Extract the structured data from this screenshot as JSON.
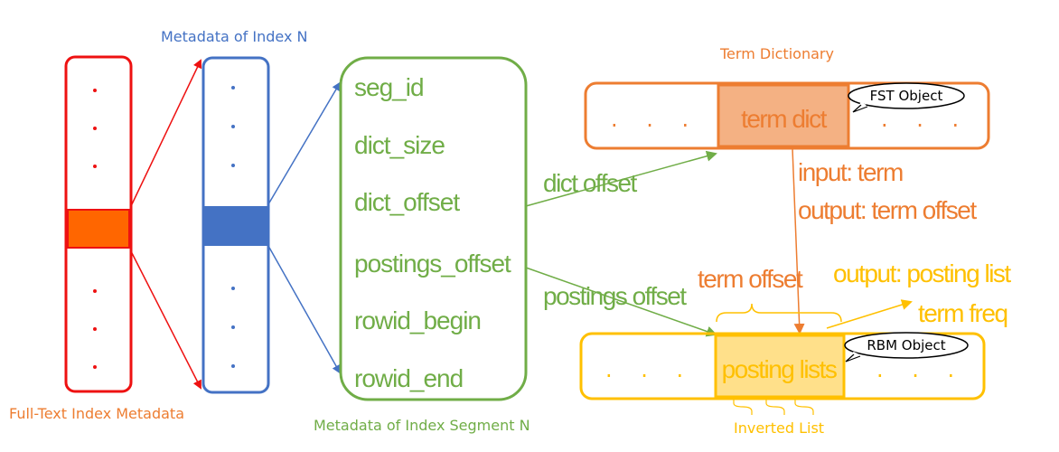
{
  "labels": {
    "full_text_index_metadata": "Full-Text Index Metadata",
    "metadata_of_index_n": "Metadata of Index N",
    "metadata_of_index_segment_n": "Metadata of Index Segment N",
    "term_dictionary": "Term Dictionary",
    "inverted_list": "Inverted List"
  },
  "segment_fields": [
    "seg_id",
    "dict_size",
    "dict_offset",
    "postings_offset",
    "rowid_begin",
    "rowid_end"
  ],
  "term_dict_box": {
    "label": "term dict",
    "bubble": "FST Object",
    "left_dots": ". . .",
    "right_dots": ". . ."
  },
  "postings_box": {
    "label": "posting lists",
    "bubble": "RBM Object",
    "left_dots": ". . .",
    "right_dots": ". . ."
  },
  "arrows": {
    "dict_offset": "dict offset",
    "postings_offset": "postings offset",
    "input_term": "input: term",
    "output_term_offset": "output: term offset",
    "term_offset": "term offset",
    "output_posting_list": "output: posting list",
    "term_freq": "term freq"
  },
  "colors": {
    "red": "#ee1111",
    "orange_fill": "#ff6600",
    "blue": "#4472c4",
    "green": "#70ad47",
    "orange": "#ed7d31",
    "orange_light": "#f4b183",
    "yellow": "#ffc000",
    "yellow_light": "#ffe08a"
  }
}
